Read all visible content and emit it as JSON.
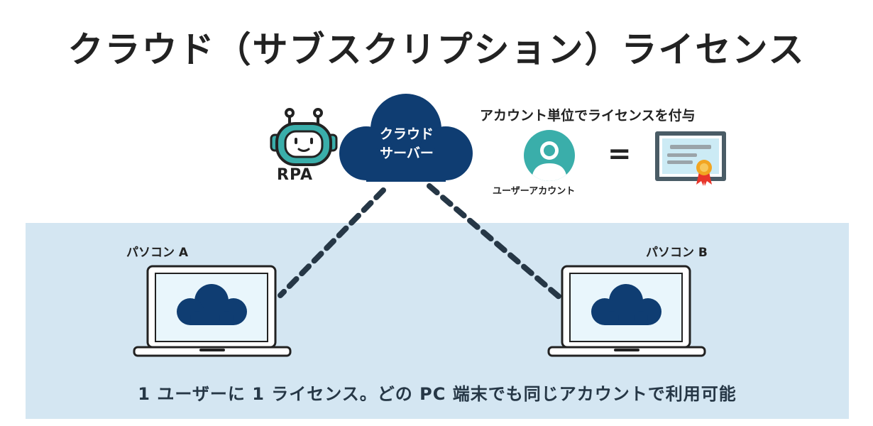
{
  "title": "クラウド（サブスクリプション）ライセンス",
  "server": {
    "line1": "クラウド",
    "line2": "サーバー",
    "icon": "cloud-server-icon"
  },
  "rpa": {
    "label": "RPA",
    "icon": "robot-icon"
  },
  "license": {
    "caption": "アカウント単位でライセンスを付与",
    "equals": "=",
    "certificate_icon": "certificate-icon"
  },
  "user": {
    "caption": "ユーザーアカウント",
    "icon": "user-account-icon"
  },
  "pcs": [
    {
      "label": "パソコン A",
      "icon": "laptop-icon"
    },
    {
      "label": "パソコン B",
      "icon": "laptop-icon"
    }
  ],
  "footer": "1 ユーザーに 1 ライセンス。どの PC 端末でも同じアカウントで利用可能",
  "colors": {
    "navy": "#0f3d72",
    "teal": "#3aaeaa",
    "band": "#d4e6f2",
    "screen": "#e9f6fc",
    "dash": "#263746",
    "certificate_frame": "#4a5c66",
    "badge": "#f2a521"
  }
}
